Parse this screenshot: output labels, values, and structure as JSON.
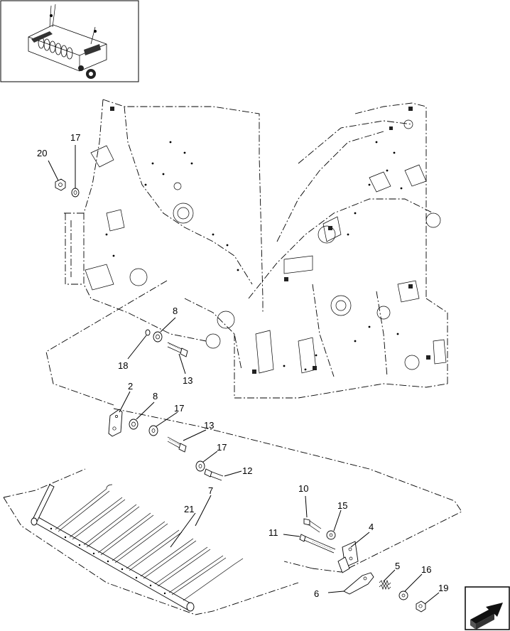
{
  "callouts": {
    "c20": "20",
    "c17a": "17",
    "c8a": "8",
    "c18": "18",
    "c13a": "13",
    "c2": "2",
    "c8b": "8",
    "c17b": "17",
    "c13b": "13",
    "c17c": "17",
    "c12": "12",
    "c7": "7",
    "c21": "21",
    "c10": "10",
    "c15": "15",
    "c11": "11",
    "c4": "4",
    "c5": "5",
    "c16": "16",
    "c6": "6",
    "c19": "19"
  },
  "icons": {
    "overview": "baler-overview-thumbnail",
    "next": "next-page-arrow-icon"
  }
}
